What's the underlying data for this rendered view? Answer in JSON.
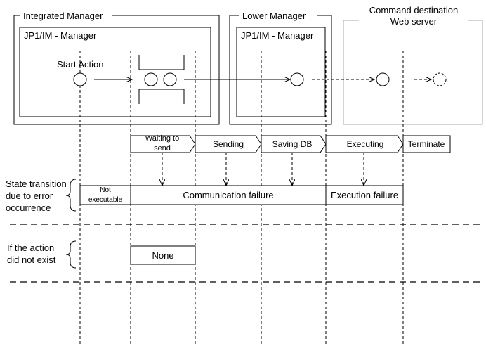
{
  "groups": {
    "integrated_manager": "Integrated Manager",
    "lower_manager": "Lower Manager",
    "command_destination_line1": "Command destination",
    "command_destination_line2": "Web server"
  },
  "boxes": {
    "jp1_manager_1": "JP1/IM - Manager",
    "jp1_manager_2": "JP1/IM - Manager"
  },
  "start_action": "Start Action",
  "states": {
    "waiting_line1": "Waiting to",
    "waiting_line2": "send",
    "sending": "Sending",
    "saving_db": "Saving DB",
    "executing": "Executing",
    "terminate": "Terminate"
  },
  "error_section": {
    "label_line1": "State transition",
    "label_line2": "due to error",
    "label_line3": "occurrence",
    "not_executable_line1": "Not",
    "not_executable_line2": "executable",
    "communication_failure": "Communication failure",
    "execution_failure": "Execution failure"
  },
  "no_action_section": {
    "label_line1": "If the action",
    "label_line2": "did not exist",
    "none": "None"
  }
}
